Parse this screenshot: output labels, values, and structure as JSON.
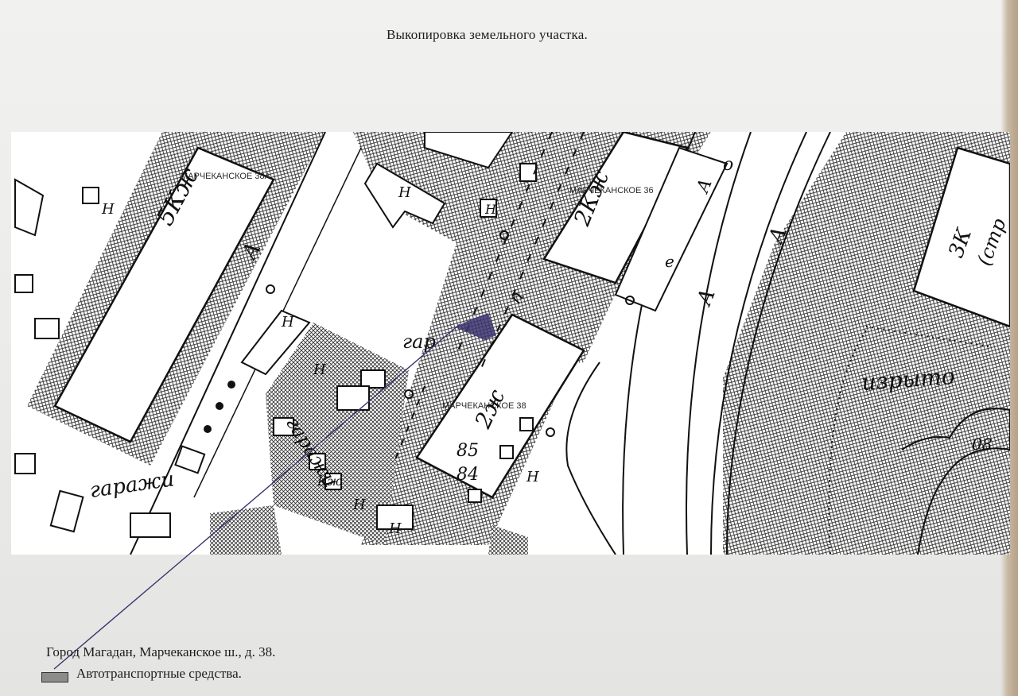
{
  "document": {
    "title": "Выкопировка земельного участка.",
    "address_caption": "Город Магадан, Марчеканское ш., д. 38.",
    "legend": {
      "label": "Автотранспортные средства.",
      "swatch_color": "#8c8c8c"
    }
  },
  "map": {
    "address_labels": {
      "marchekanskoe_38a": "МАРЧЕКАНСКОЕ 38А",
      "marchekanskoe_36": "МАРЧЕКАНСКОЕ 36",
      "marchekanskoe_38": "МАРЧЕКАНСКОЕ 38"
    },
    "building_labels": {
      "b_5kzh": "5Кж",
      "b_2kzh": "2Кж",
      "b_2zh": "2ж",
      "b_3k": "3К",
      "b_3k_sub": "(стр",
      "b_n1": "Н",
      "b_n2": "Н",
      "b_n3": "Н",
      "b_n4": "Н",
      "b_n5": "Н",
      "b_n6": "Н",
      "b_n7": "Н",
      "b_n8": "Н",
      "b_kzh": "Кж"
    },
    "area_labels": {
      "garazhi_main": "гаражи",
      "garazhi_curved": "гаражи",
      "gar": "гар",
      "izryto": "изрыто",
      "road_a1": "А",
      "road_a2": "А",
      "road_a3": "А",
      "road_a4": "А",
      "num_85": "85",
      "num_84": "84",
      "num_08": "08",
      "p": "п",
      "road_o": "о",
      "road_e": "е"
    },
    "colors": {
      "hatch": "#222222",
      "line": "#111111",
      "marker": "#3b3470"
    }
  }
}
